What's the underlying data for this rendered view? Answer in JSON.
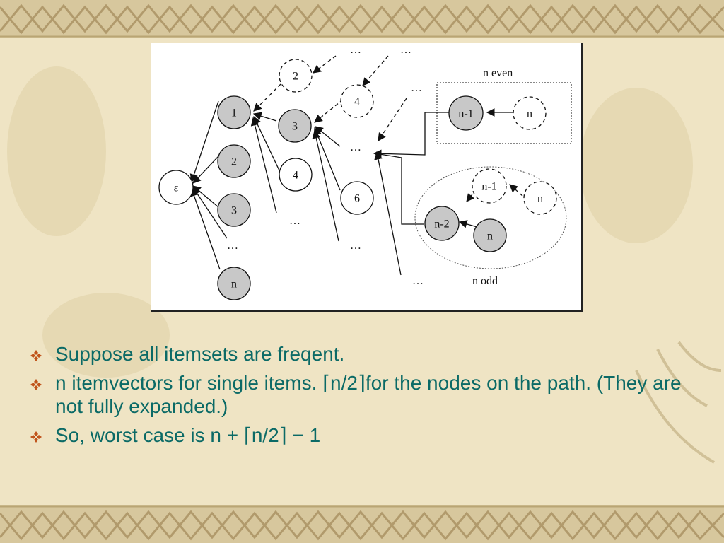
{
  "diagram": {
    "nodes": {
      "eps": "ε",
      "a1": "1",
      "a2": "2",
      "a3": "3",
      "an": "n",
      "d2": "2",
      "b3": "3",
      "b4": "4",
      "d4": "4",
      "c6": "6",
      "e_nm1": "n-1",
      "e_n": "n",
      "o_nm2": "n-2",
      "o_n": "n",
      "o_dnm1": "n-1",
      "o_dn": "n"
    },
    "ellipses": {
      "e1": "…",
      "e2": "…",
      "e3": "…",
      "e4": "…",
      "e5": "…",
      "e6": "…",
      "e7": "…",
      "e8": "…",
      "e9": "…"
    },
    "labels": {
      "n_even": "n even",
      "n_odd": "n odd"
    }
  },
  "bullets": [
    "Suppose all itemsets are freqent.",
    "n itemvectors for single items. ⌈n/2⌉for the nodes on the path. (They are not fully expanded.)",
    "So, worst case is n + ⌈n/2⌉ − 1"
  ],
  "colors": {
    "background": "#efe4c4",
    "text": "#0b6a66",
    "bullet": "#c0531a",
    "node_filled": "#c8c8c8",
    "border": "#b9a574"
  }
}
